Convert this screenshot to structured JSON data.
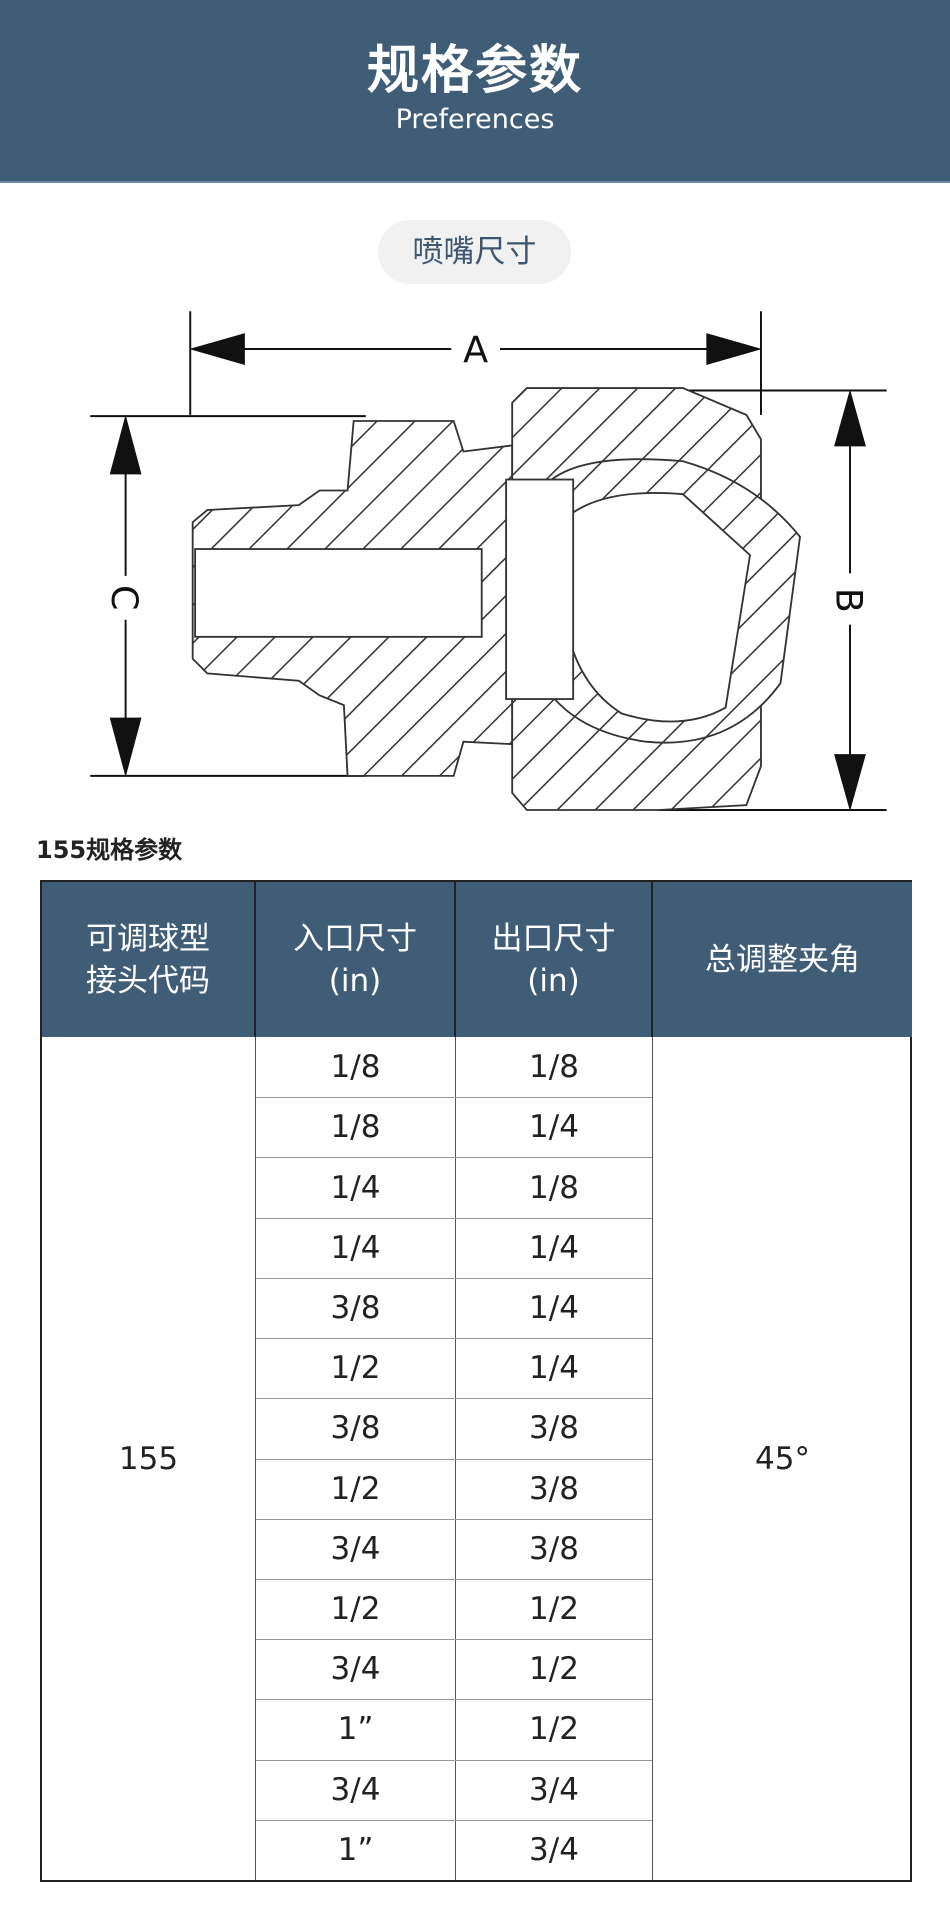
{
  "banner": {
    "title": "规格参数",
    "subtitle": "Preferences"
  },
  "section_pill": "喷嘴尺寸",
  "diagram": {
    "labels": {
      "a": "A",
      "b": "B",
      "c": "C"
    }
  },
  "spec_title": "155规格参数",
  "table": {
    "headers": [
      {
        "line1": "可调球型",
        "line2": "接头代码"
      },
      {
        "line1": "入口尺寸",
        "line2": "(in)"
      },
      {
        "line1": "出口尺寸",
        "line2": "(in)"
      },
      {
        "line1": "总调整夹角",
        "line2": ""
      }
    ],
    "code": "155",
    "angle": "45°",
    "rows": [
      {
        "inlet": "1/8",
        "outlet": "1/8"
      },
      {
        "inlet": "1/8",
        "outlet": "1/4"
      },
      {
        "inlet": "1/4",
        "outlet": "1/8"
      },
      {
        "inlet": "1/4",
        "outlet": "1/4"
      },
      {
        "inlet": "3/8",
        "outlet": "1/4"
      },
      {
        "inlet": "1/2",
        "outlet": "1/4"
      },
      {
        "inlet": "3/8",
        "outlet": "3/8"
      },
      {
        "inlet": "1/2",
        "outlet": "3/8"
      },
      {
        "inlet": "3/4",
        "outlet": "3/8"
      },
      {
        "inlet": "1/2",
        "outlet": "1/2"
      },
      {
        "inlet": "3/4",
        "outlet": "1/2"
      },
      {
        "inlet": "1”",
        "outlet": "1/2"
      },
      {
        "inlet": "3/4",
        "outlet": "3/4"
      },
      {
        "inlet": "1”",
        "outlet": "3/4"
      }
    ]
  }
}
